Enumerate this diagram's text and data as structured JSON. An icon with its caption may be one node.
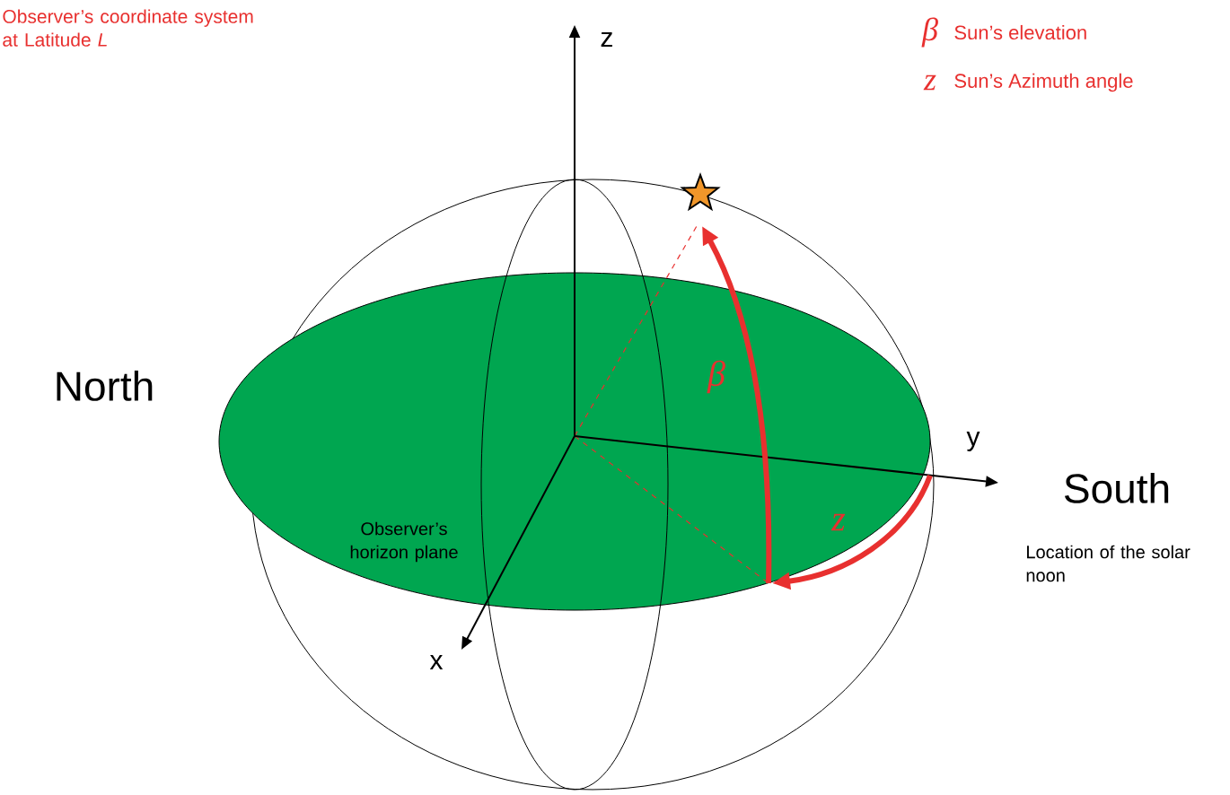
{
  "diagram": {
    "nodes": [
      {
        "text": [
          "Observer’s horizon plane"
        ]
      }
    ],
    "labels": [
      "Observer’s coordinate system at Latitude *L*",
      "z",
      "β",
      "Sun’s elevation",
      "z",
      "Sun’s Azimuth angle",
      "β",
      "North",
      "y",
      "South",
      "z",
      "Location of the solar noon",
      "x"
    ]
  }
}
